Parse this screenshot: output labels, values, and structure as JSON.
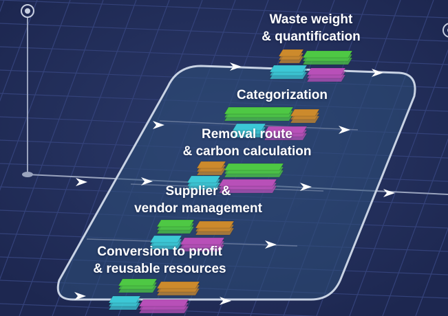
{
  "palette": {
    "background": "#1f2a52",
    "grid": "#34427a",
    "platform_fill": "#2e4e78",
    "platform_stroke": "#c9d3e4",
    "rail": "#9aa4be",
    "arrow": "#ffffff",
    "green": "#4ec844",
    "orange": "#cc8a2c",
    "cyan": "#3cc8d6",
    "magenta": "#b850b8"
  },
  "stages": [
    {
      "id": "waste-weight",
      "lines": [
        "Waste weight",
        "& quantification"
      ]
    },
    {
      "id": "categorization",
      "lines": [
        "Categorization"
      ]
    },
    {
      "id": "removal-route",
      "lines": [
        "Removal route",
        "& carbon calculation"
      ]
    },
    {
      "id": "supplier-vendor",
      "lines": [
        "Supplier &",
        "vendor management"
      ]
    },
    {
      "id": "conversion",
      "lines": [
        "Conversion to profit",
        "& reusable resources"
      ]
    }
  ]
}
